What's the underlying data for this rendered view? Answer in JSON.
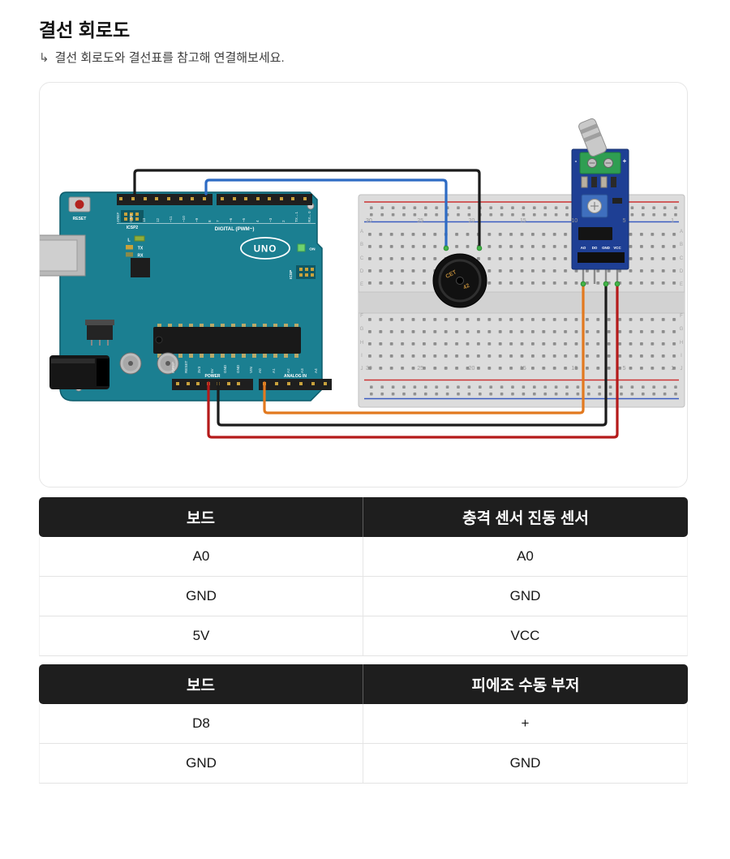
{
  "page": {
    "title": "결선 회로도",
    "subtitle_arrow": "↳",
    "subtitle": "결선 회로도와 결선표를 참고해 연결해보세요."
  },
  "diagram": {
    "arduino": {
      "reset_label": "RESET",
      "icsp2_label": "ICSP2",
      "icsp_label": "ICSP",
      "l_label": "L",
      "on_label": "ON",
      "tx_label": "TX",
      "rx_label": "RX",
      "logo": "UNO",
      "digital_label": "DIGITAL (PWM~)",
      "power_label": "POWER",
      "analog_label": "ANALOG IN",
      "digital_pins_1": [
        "AREF",
        "GND",
        "13",
        "12",
        "~11",
        "~10",
        "~9",
        "8"
      ],
      "digital_pins_2": [
        "7",
        "~6",
        "~5",
        "4",
        "~3",
        "2",
        "TX→1",
        "RX←0"
      ],
      "power_pins": [
        "IOREF",
        "RESET",
        "3V3",
        "5V",
        "GND",
        "GND",
        "VIN"
      ],
      "analog_pins": [
        "A0",
        "A1",
        "A2",
        "A3",
        "A4",
        "A5"
      ]
    },
    "breadboard": {
      "column_numbers": [
        "30",
        "25",
        "20",
        "15",
        "10",
        "5",
        "1"
      ],
      "row_letters_top": [
        "A",
        "B",
        "C",
        "D",
        "E"
      ],
      "row_letters_bottom": [
        "F",
        "G",
        "H",
        "I",
        "J"
      ]
    },
    "buzzer": {
      "marking_1": "CET",
      "marking_2": "42"
    },
    "sensor": {
      "pin_labels": [
        "AO",
        "DO",
        "GND",
        "VCC"
      ],
      "minus": "-",
      "plus": "+"
    }
  },
  "tables": [
    {
      "headers": [
        "보드",
        "충격 센서 진동 센서"
      ],
      "rows": [
        [
          "A0",
          "A0"
        ],
        [
          "GND",
          "GND"
        ],
        [
          "5V",
          "VCC"
        ]
      ]
    },
    {
      "headers": [
        "보드",
        "피에조 수동 부저"
      ],
      "rows": [
        [
          "D8",
          "+"
        ],
        [
          "GND",
          "GND"
        ]
      ]
    }
  ],
  "colors": {
    "table_header_bg": "#1e1e1e",
    "board_teal": "#1b7f91",
    "sensor_pcb_blue": "#1e3f94",
    "breadboard_gray": "#dcdcdc",
    "rail_red": "#cc3333",
    "rail_blue": "#3a5cc0",
    "wire_black": "#1b1b1b",
    "wire_blue": "#2d6bc4",
    "wire_orange": "#e2791f",
    "wire_red": "#b51a1a"
  }
}
